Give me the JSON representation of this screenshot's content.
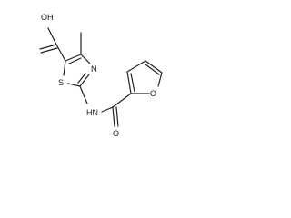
{
  "molecule": {
    "labels": {
      "hydroxyl": "OH",
      "thiazole_nitrogen": "N",
      "thiazole_sulfur": "S",
      "amide_nh": "HN",
      "amide_oxygen": "O",
      "furan_oxygen": "O"
    }
  },
  "colors": {
    "bond": "#222222",
    "text": "#1a1a1a",
    "background": "#ffffff"
  }
}
